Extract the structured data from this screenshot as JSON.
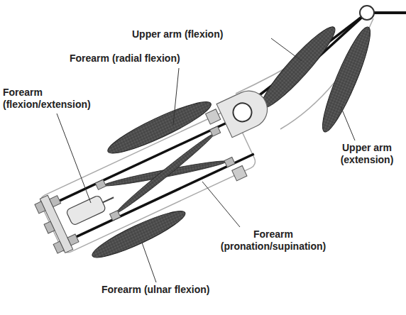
{
  "diagram": {
    "labels": [
      "Upper arm (flexion)",
      "Forearm (radial flexion)",
      "Forearm (flexion/extension)",
      "Upper arm (extension)",
      "Forearm (pronation/supination)",
      "Forearm (ulnar flexion)"
    ]
  }
}
